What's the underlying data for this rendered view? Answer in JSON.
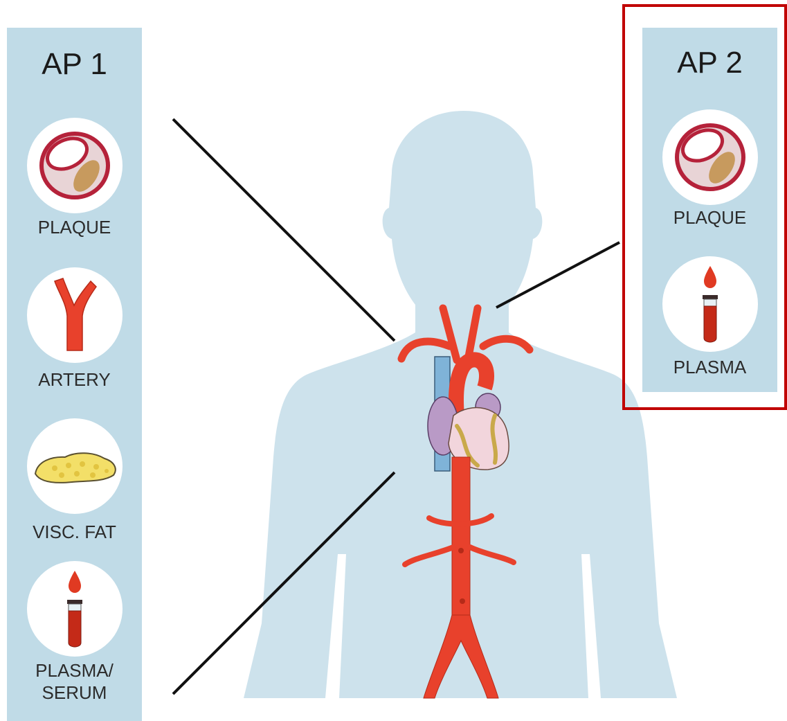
{
  "ap1": {
    "title": "AP 1",
    "items": [
      {
        "label": "PLAQUE",
        "icon": "plaque-icon"
      },
      {
        "label": "ARTERY",
        "icon": "artery-icon"
      },
      {
        "label": "VISC. FAT",
        "icon": "visceral-fat-icon"
      },
      {
        "label_line1": "PLASMA/",
        "label_line2": "SERUM",
        "icon": "blood-tube-icon"
      }
    ]
  },
  "ap2": {
    "title": "AP 2",
    "items": [
      {
        "label": "PLAQUE",
        "icon": "plaque-icon"
      },
      {
        "label": "PLASMA",
        "icon": "blood-tube-icon"
      }
    ]
  },
  "colors": {
    "panel": "#c0dbe7",
    "silhouette": "#cde2ec",
    "artery": "#e8412c",
    "highlight": "#c00000"
  }
}
